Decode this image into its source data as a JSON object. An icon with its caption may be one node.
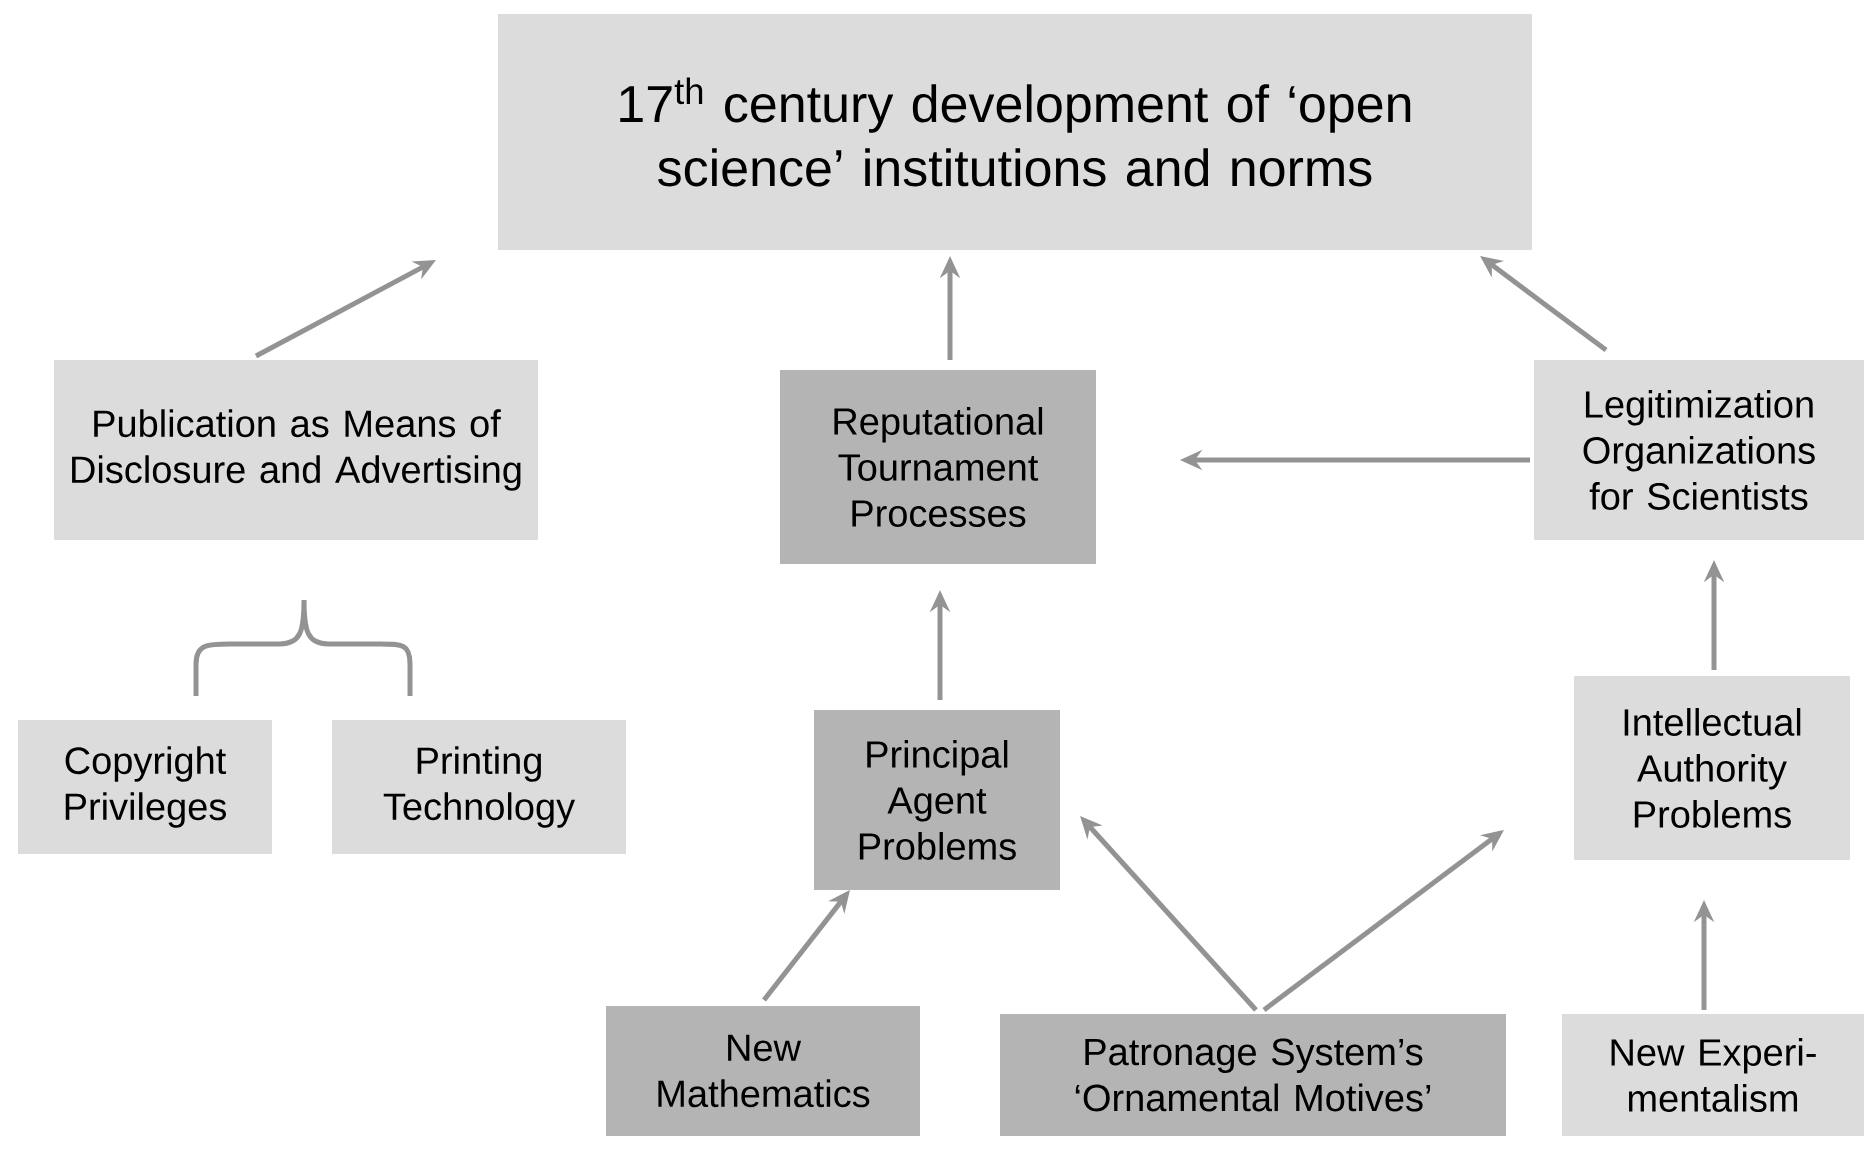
{
  "diagram": {
    "nodes": [
      {
        "text": [
          "17$^{th}$ century development of ‘open science’ institutions and norms"
        ]
      },
      {
        "text": [
          "Publication as Means of Disclosure and Advertising"
        ]
      },
      {
        "text": [
          "Reputational Tournament Processes"
        ]
      },
      {
        "text": [
          "Legitimization Organizations for Scientists"
        ]
      },
      {
        "text": [
          "Copyright Privileges"
        ]
      },
      {
        "text": [
          "Printing Technology"
        ]
      },
      {
        "text": [
          "Principal Agent Problems"
        ]
      },
      {
        "text": [
          "Intellectual Authority Problems"
        ]
      },
      {
        "text": [
          "New Mathematics"
        ]
      },
      {
        "text": [
          "Patronage System’s ‘Ornamental Motives’"
        ]
      },
      {
        "text": [
          "New Experi- mentalism"
        ]
      }
    ],
    "edges": [
      {
        "from": 1,
        "to": 0,
        "arrow": "to"
      },
      {
        "from": 2,
        "to": 0,
        "arrow": "to"
      },
      {
        "from": 3,
        "to": 0,
        "arrow": "to"
      },
      {
        "from": 3,
        "to": 2,
        "arrow": "to"
      },
      {
        "from": 6,
        "to": 2,
        "arrow": "to"
      },
      {
        "from": 7,
        "to": 3,
        "arrow": "to"
      },
      {
        "from": 8,
        "to": 6,
        "arrow": "to"
      },
      {
        "from": 9,
        "to": 6,
        "arrow": "to"
      },
      {
        "from": 9,
        "to": 7,
        "arrow": "to"
      },
      {
        "from": 10,
        "to": 7,
        "arrow": "to"
      }
    ]
  }
}
